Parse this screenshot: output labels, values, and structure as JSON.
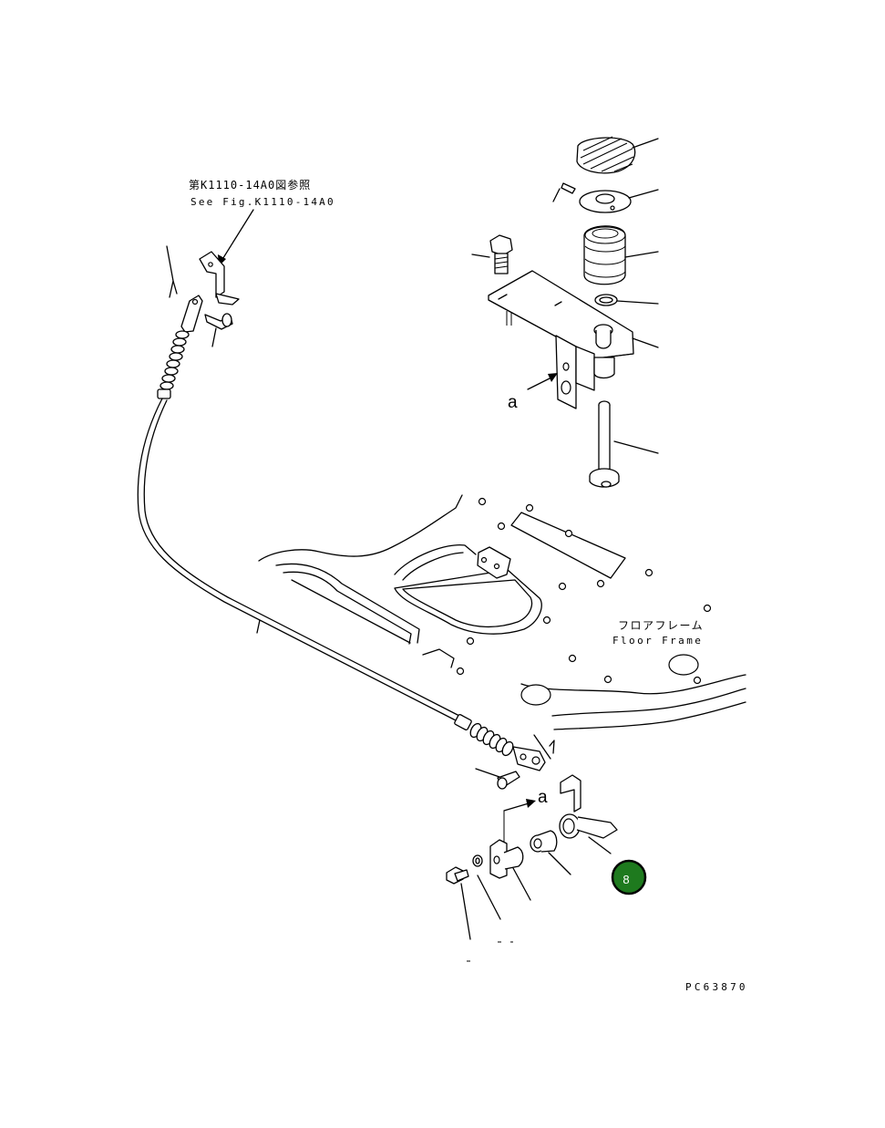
{
  "refs": {
    "fig_ref_jp": "第K1110-14A0図参照",
    "fig_ref_en": "See Fig.K1110-14A0",
    "floor_frame_jp": "フロアフレーム",
    "floor_frame_en": "Floor Frame",
    "view_marker_upper": "a",
    "view_marker_lower": "a",
    "drawing_number": "PC63870"
  },
  "callout": {
    "number": "8",
    "color": "#1e7a1e",
    "ring_color": "#000000"
  }
}
